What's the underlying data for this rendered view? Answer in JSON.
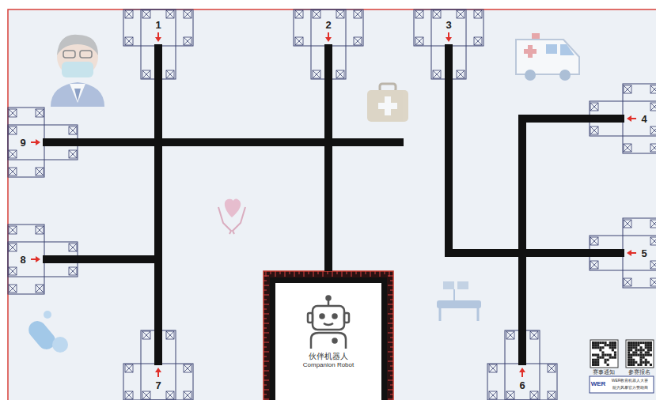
{
  "diagram": {
    "nodes": [
      {
        "text": [
          "1"
        ]
      },
      {
        "text": [
          "2"
        ]
      },
      {
        "text": [
          "3"
        ]
      },
      {
        "text": [
          "4"
        ]
      },
      {
        "text": [
          "9"
        ]
      },
      {
        "text": [
          "5"
        ]
      },
      {
        "text": [
          "8"
        ]
      },
      {
        "text": [
          "伙伴机器人",
          "Companion Robot"
        ]
      },
      {
        "text": [
          "7"
        ]
      },
      {
        "text": [
          "6"
        ]
      }
    ],
    "edges": [
      {
        "from": 0,
        "to": 8,
        "arrow": "none"
      },
      {
        "from": 1,
        "to": 7,
        "arrow": "none"
      },
      {
        "from": 2,
        "to": 5,
        "arrow": "none"
      },
      {
        "from": 3,
        "to": 9,
        "arrow": "none"
      },
      {
        "from": 4,
        "to": 1,
        "arrow": "none"
      },
      {
        "from": 6,
        "to": 8,
        "arrow": "none"
      }
    ],
    "labels": [
      "赛事通知",
      "参赛报名",
      "WER",
      "WER教育机器人大赛",
      "能力风暴官方赞助商"
    ]
  }
}
